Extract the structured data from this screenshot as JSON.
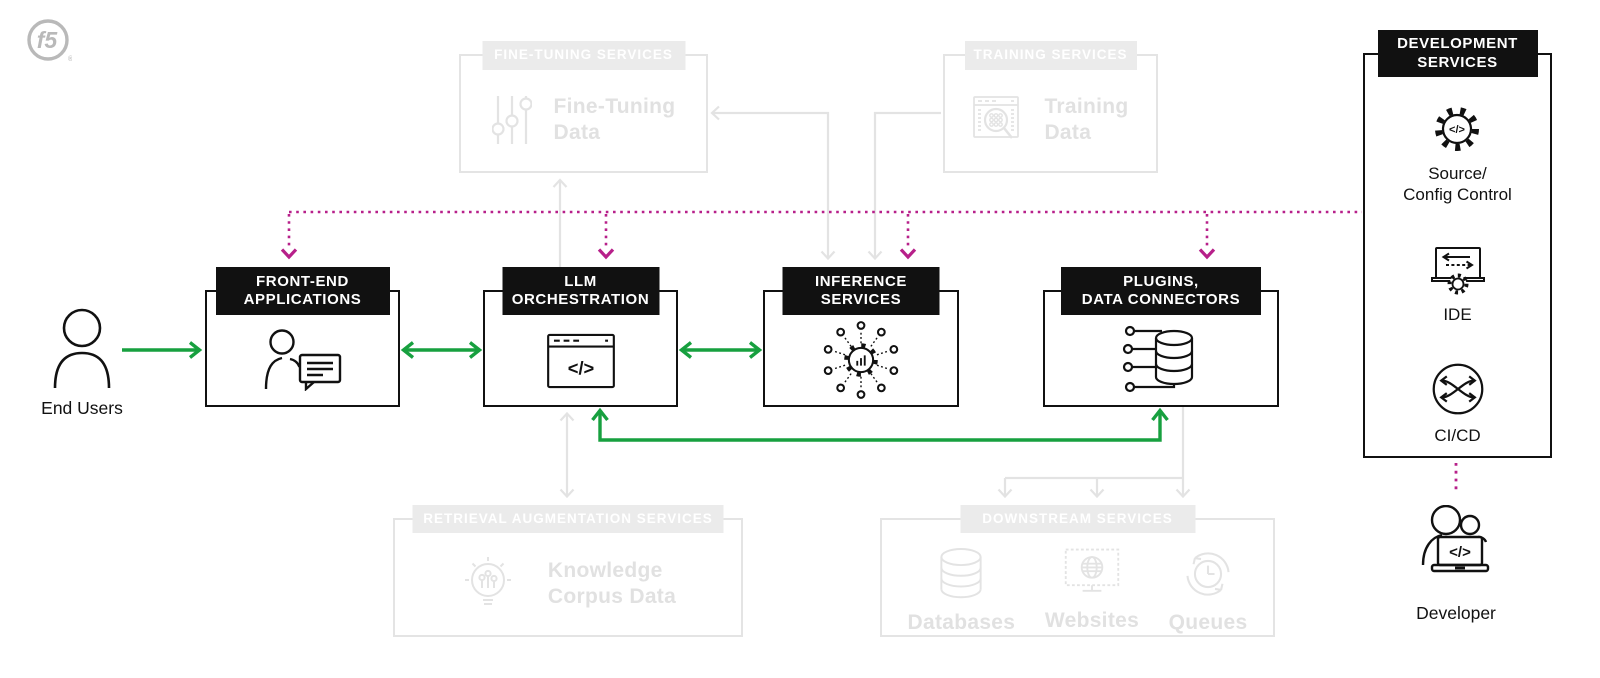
{
  "brand": {
    "logo_text": "f5",
    "logo_icon": "f5-logo-icon",
    "trademark": "®"
  },
  "colors": {
    "accent_green": "#17a03f",
    "accent_magenta": "#b7208a",
    "faded_gray": "#e3e3e3",
    "box_black": "#111111"
  },
  "end_users": {
    "label": "End Users",
    "icon": "end-user-person-icon"
  },
  "developer": {
    "label": "Developer",
    "icon": "developer-laptop-icon"
  },
  "services": {
    "front_end": {
      "title": "FRONT-END\nAPPLICATIONS",
      "icon": "user-chat-icon"
    },
    "llm_orchestration": {
      "title": "LLM\nORCHESTRATION",
      "icon": "code-window-icon"
    },
    "inference": {
      "title": "INFERENCE\nSERVICES",
      "icon": "model-network-icon"
    },
    "plugins": {
      "title": "PLUGINS,\nDATA CONNECTORS",
      "icon": "data-connector-icon"
    },
    "development": {
      "title": "DEVELOPMENT\nSERVICES",
      "items": [
        {
          "label": "Source/\nConfig Control",
          "icon": "gear-code-icon"
        },
        {
          "label": "IDE",
          "icon": "ide-laptop-icon"
        },
        {
          "label": "CI/CD",
          "icon": "cicd-cycle-icon"
        }
      ]
    }
  },
  "faded_services": {
    "fine_tuning": {
      "title": "FINE-TUNING SERVICES",
      "data_label": "Fine-Tuning\nData",
      "icon": "sliders-icon"
    },
    "training": {
      "title": "TRAINING SERVICES",
      "data_label": "Training\nData",
      "icon": "data-scan-icon"
    },
    "retrieval": {
      "title": "RETRIEVAL AUGMENTATION SERVICES",
      "data_label": "Knowledge\nCorpus Data",
      "icon": "idea-bulb-icon"
    },
    "downstream": {
      "title": "DOWNSTREAM SERVICES",
      "items": [
        {
          "label": "Databases",
          "icon": "database-icon"
        },
        {
          "label": "Websites",
          "icon": "website-monitor-icon"
        },
        {
          "label": "Queues",
          "icon": "queue-clock-icon"
        }
      ]
    }
  }
}
